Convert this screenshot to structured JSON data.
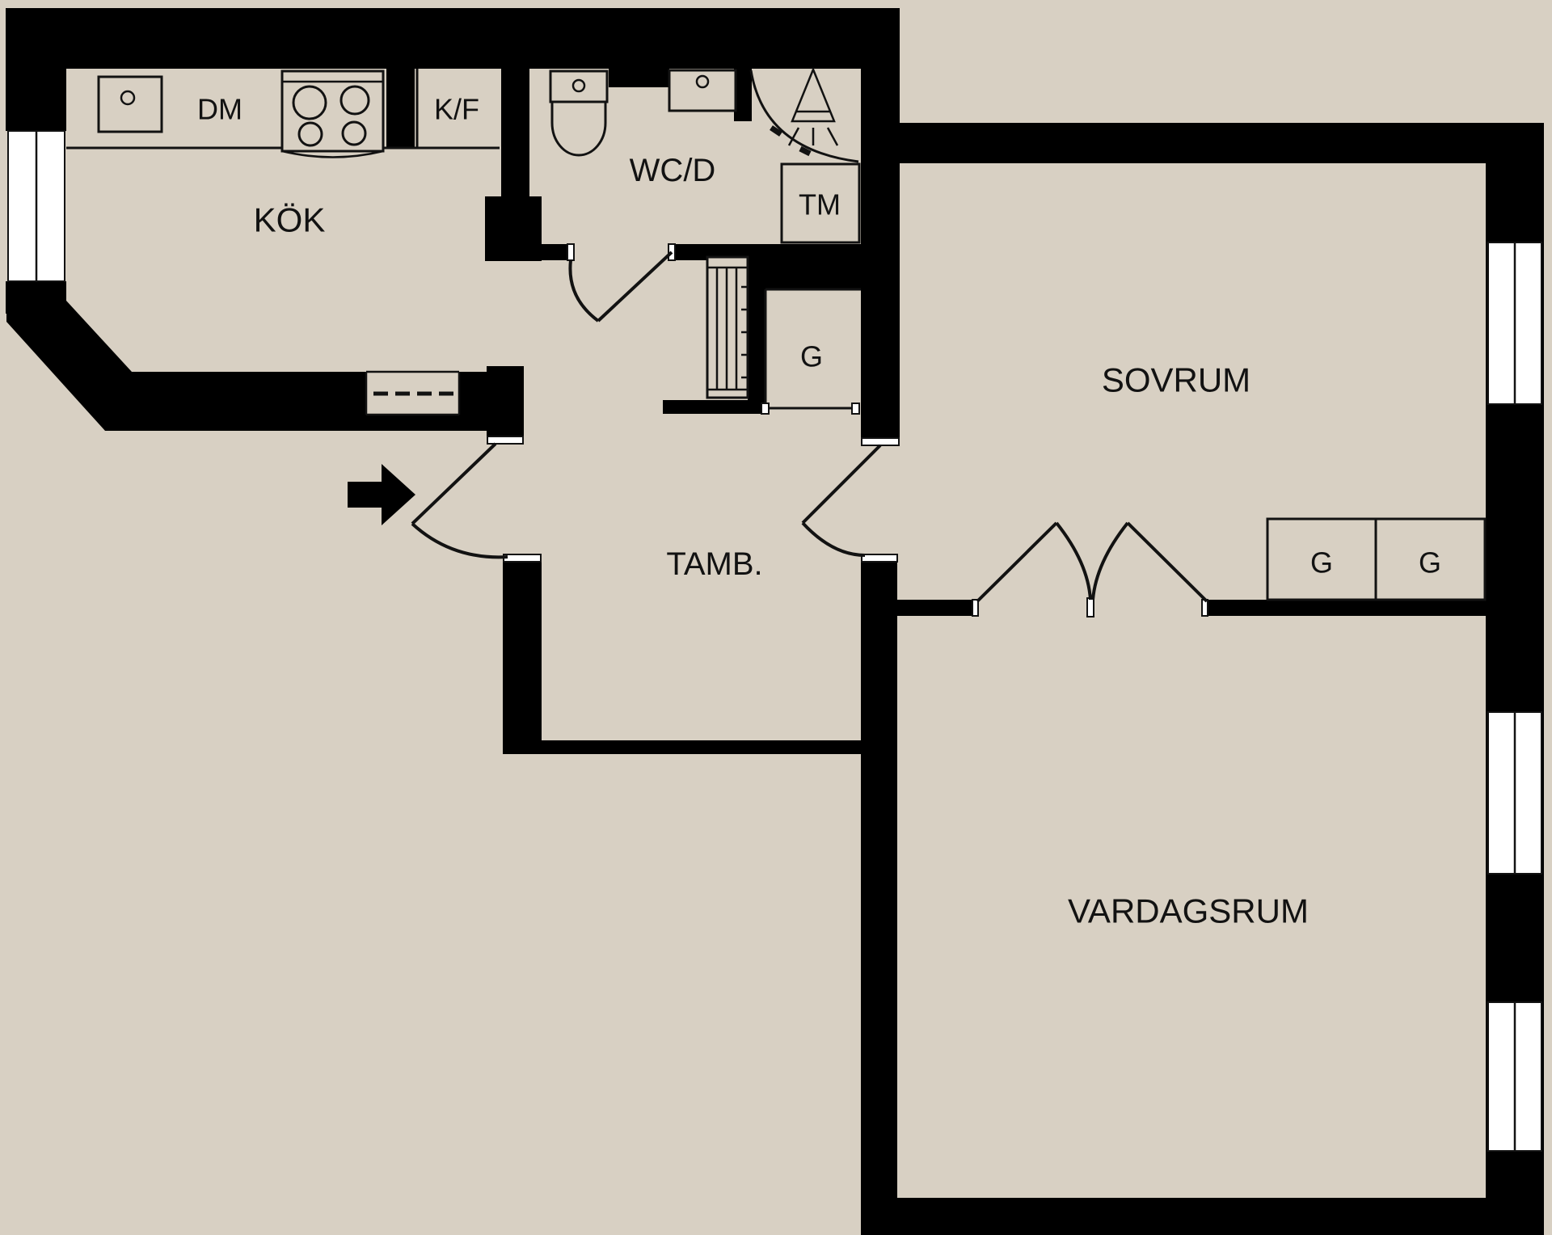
{
  "title": "Apartment floor plan",
  "colors": {
    "background": "#d8d0c3",
    "wall": "#000000",
    "line": "#121212",
    "window": "#ffffff"
  },
  "rooms": {
    "kitchen": {
      "label": "KÖK"
    },
    "bathroom": {
      "label": "WC/D"
    },
    "hallway": {
      "label": "TAMB."
    },
    "bedroom": {
      "label": "SOVRUM"
    },
    "living_room": {
      "label": "VARDAGSRUM"
    },
    "hall_closet": {
      "label": "G"
    }
  },
  "appliances": {
    "dishwasher": {
      "label": "DM"
    },
    "fridge_freezer": {
      "label": "K/F"
    },
    "washing_machine": {
      "label": "TM"
    },
    "wardrobe_left": {
      "label": "G"
    },
    "wardrobe_right": {
      "label": "G"
    }
  },
  "symbols": {
    "entrance_arrow": "entrance direction arrow",
    "sink": "kitchen sink",
    "stove": "four burner stove",
    "toilet": "toilet",
    "washbasin": "washbasin",
    "shower": "shower",
    "radiator": "radiator / hat shelf",
    "windows": "double pane windows",
    "doors": "door swing arcs"
  }
}
